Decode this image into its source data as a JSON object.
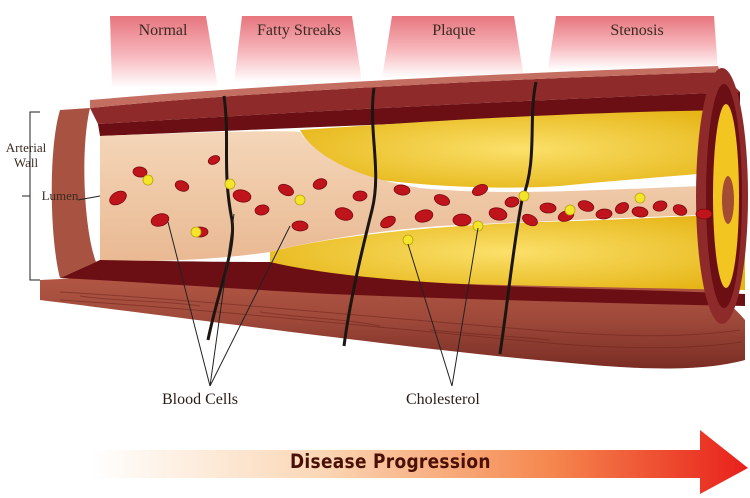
{
  "stages": [
    "Normal",
    "Fatty Streaks",
    "Plaque",
    "Stenosis"
  ],
  "labels": {
    "arterial_wall": "Arterial Wall",
    "lumen": "Lumen",
    "blood_cells": "Blood Cells",
    "cholesterol": "Cholesterol"
  },
  "progression": {
    "label": "Disease Progression"
  },
  "colors": {
    "tab_top": "#f7b8bd",
    "tab_bottom": "#ffffff",
    "outer_wall": "#8c3a2e",
    "inner_wall": "#6b0f14",
    "endothelium": "#f3c8b4",
    "plaque": "#f2c521",
    "red_cell": "#c0141c",
    "cholesterol": "#f4e42a",
    "arrow_start": "#fff6ea",
    "arrow_end": "#e8201a"
  }
}
